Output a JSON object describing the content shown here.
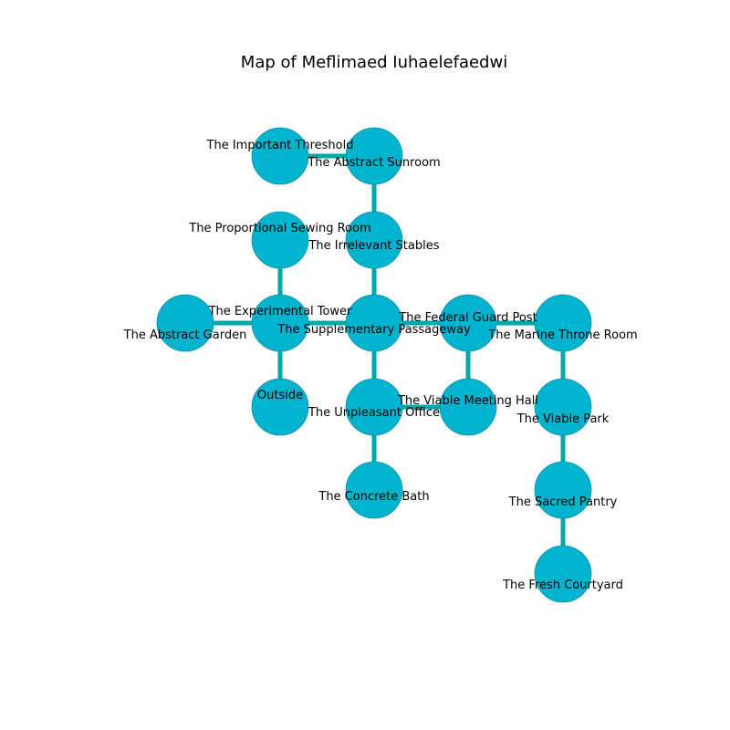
{
  "title": "Map of Meflimaed Iuhaelefaedwi",
  "colors": {
    "node_fill": "#00b4d0",
    "node_stroke": "#1a8fa0",
    "edge": "#00a8a8",
    "text": "#000000",
    "background": "#ffffff"
  },
  "rooms": {
    "important_threshold": "The Important Threshold",
    "abstract_sunroom": "The Abstract Sunroom",
    "proportional_sewing_room": "The Proportional Sewing Room",
    "irrelevant_stables": "The Irrelevant Stables",
    "abstract_garden": "The Abstract Garden",
    "experimental_tower": "The Experimental Tower",
    "supplementary_passageway": "The Supplementary Passageway",
    "federal_guard_post": "The Federal Guard Post",
    "marine_throne_room": "The Marine Throne Room",
    "outside": "Outside",
    "unpleasant_office": "The Unpleasant Office",
    "viable_meeting_hall": "The Viable Meeting Hall",
    "viable_park": "The Viable Park",
    "concrete_bath": "The Concrete Bath",
    "sacred_pantry": "The Sacred Pantry",
    "fresh_courtyard": "The Fresh Courtyard"
  },
  "connections": [
    [
      "important_threshold",
      "abstract_sunroom"
    ],
    [
      "abstract_sunroom",
      "irrelevant_stables"
    ],
    [
      "irrelevant_stables",
      "supplementary_passageway"
    ],
    [
      "proportional_sewing_room",
      "experimental_tower"
    ],
    [
      "abstract_garden",
      "experimental_tower"
    ],
    [
      "experimental_tower",
      "supplementary_passageway"
    ],
    [
      "experimental_tower",
      "outside"
    ],
    [
      "supplementary_passageway",
      "federal_guard_post"
    ],
    [
      "supplementary_passageway",
      "unpleasant_office"
    ],
    [
      "federal_guard_post",
      "marine_throne_room"
    ],
    [
      "federal_guard_post",
      "viable_meeting_hall"
    ],
    [
      "unpleasant_office",
      "viable_meeting_hall"
    ],
    [
      "unpleasant_office",
      "concrete_bath"
    ],
    [
      "marine_throne_room",
      "viable_park"
    ],
    [
      "viable_park",
      "sacred_pantry"
    ],
    [
      "sacred_pantry",
      "fresh_courtyard"
    ]
  ]
}
